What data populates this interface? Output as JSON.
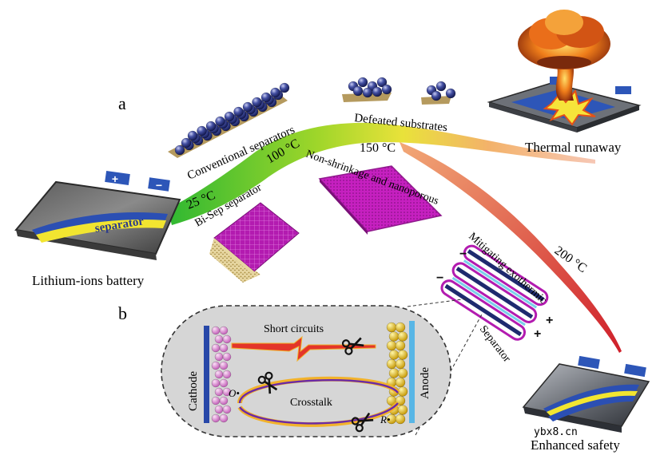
{
  "panels": {
    "a": "a",
    "b": "b"
  },
  "labels": {
    "battery": "Lithium-ions battery",
    "separator_on_battery": "separator",
    "plus": "+",
    "minus": "−",
    "conventional": "Conventional separators",
    "defeated": "Defeated substrates",
    "thermal_runaway": "Thermal runaway",
    "bisep": "Bi-Sep separator",
    "nonshrink": "Non-shrinkage and nanoporous",
    "mitigating": "Mitigating exothermic",
    "separator": "Separator",
    "enhanced": "Enhanced safety",
    "short_circuits": "Short circuits",
    "crosstalk": "Crosstalk",
    "cathode": "Cathode",
    "anode": "Anode",
    "o_radical": "O•",
    "r_radical": "R•"
  },
  "temperatures": {
    "t25": "25 °C",
    "t100": "100 °C",
    "t150": "150 °C",
    "t200": "200 °C"
  },
  "watermark": "ybx8.cn",
  "colors": {
    "path_green": "#7ccf2a",
    "path_yellow": "#e9e23a",
    "path_orange": "#f0a35a",
    "path_red": "#d8322e",
    "magenta": "#b31bb0",
    "navy": "#1e2a6e",
    "sphere": "#34408f"
  }
}
